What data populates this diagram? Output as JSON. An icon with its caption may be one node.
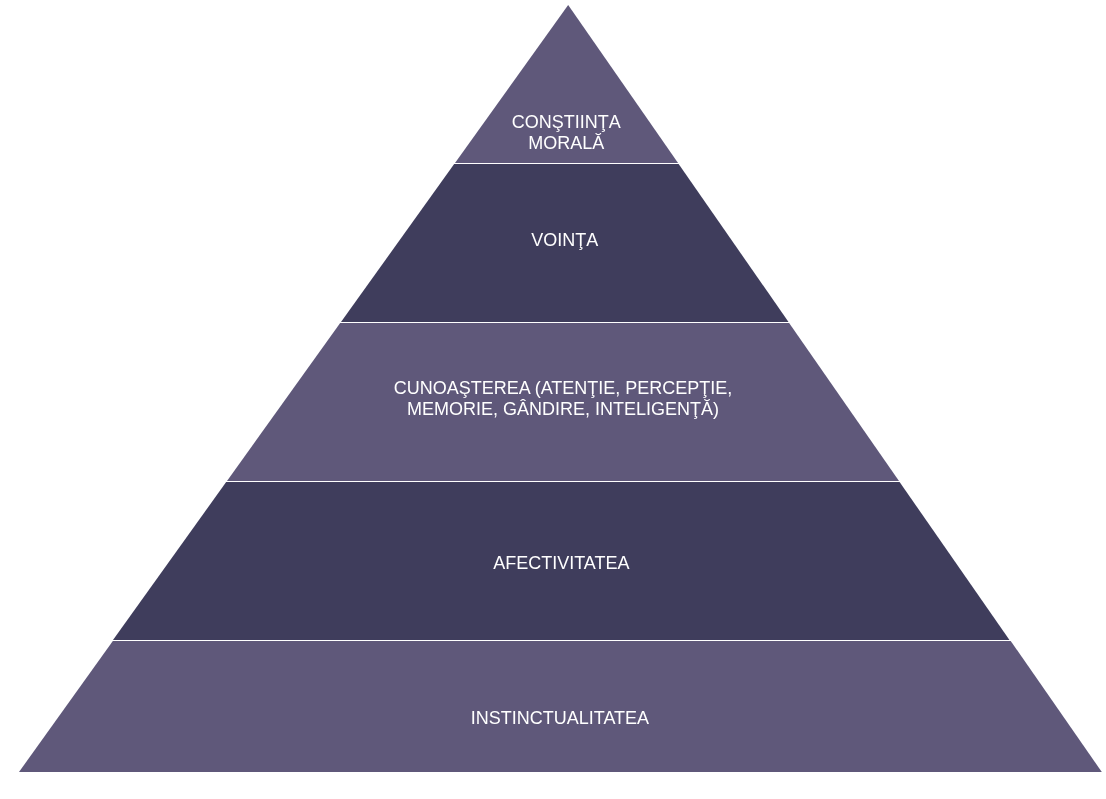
{
  "diagram": {
    "nodes": [
      {
        "text": [
          "CONŞTIINŢA MORALĂ"
        ]
      },
      {
        "text": [
          "VOINŢA"
        ]
      },
      {
        "text": [
          "CUNOAŞTEREA (ATENŢIE, PERCEPŢIE, MEMORIE, GÂNDIRE, INTELIGENŢĂ)"
        ]
      },
      {
        "text": [
          "AFECTIVITATEA"
        ]
      },
      {
        "text": [
          "INSTINCTUALITATEA"
        ]
      }
    ],
    "edges": []
  }
}
